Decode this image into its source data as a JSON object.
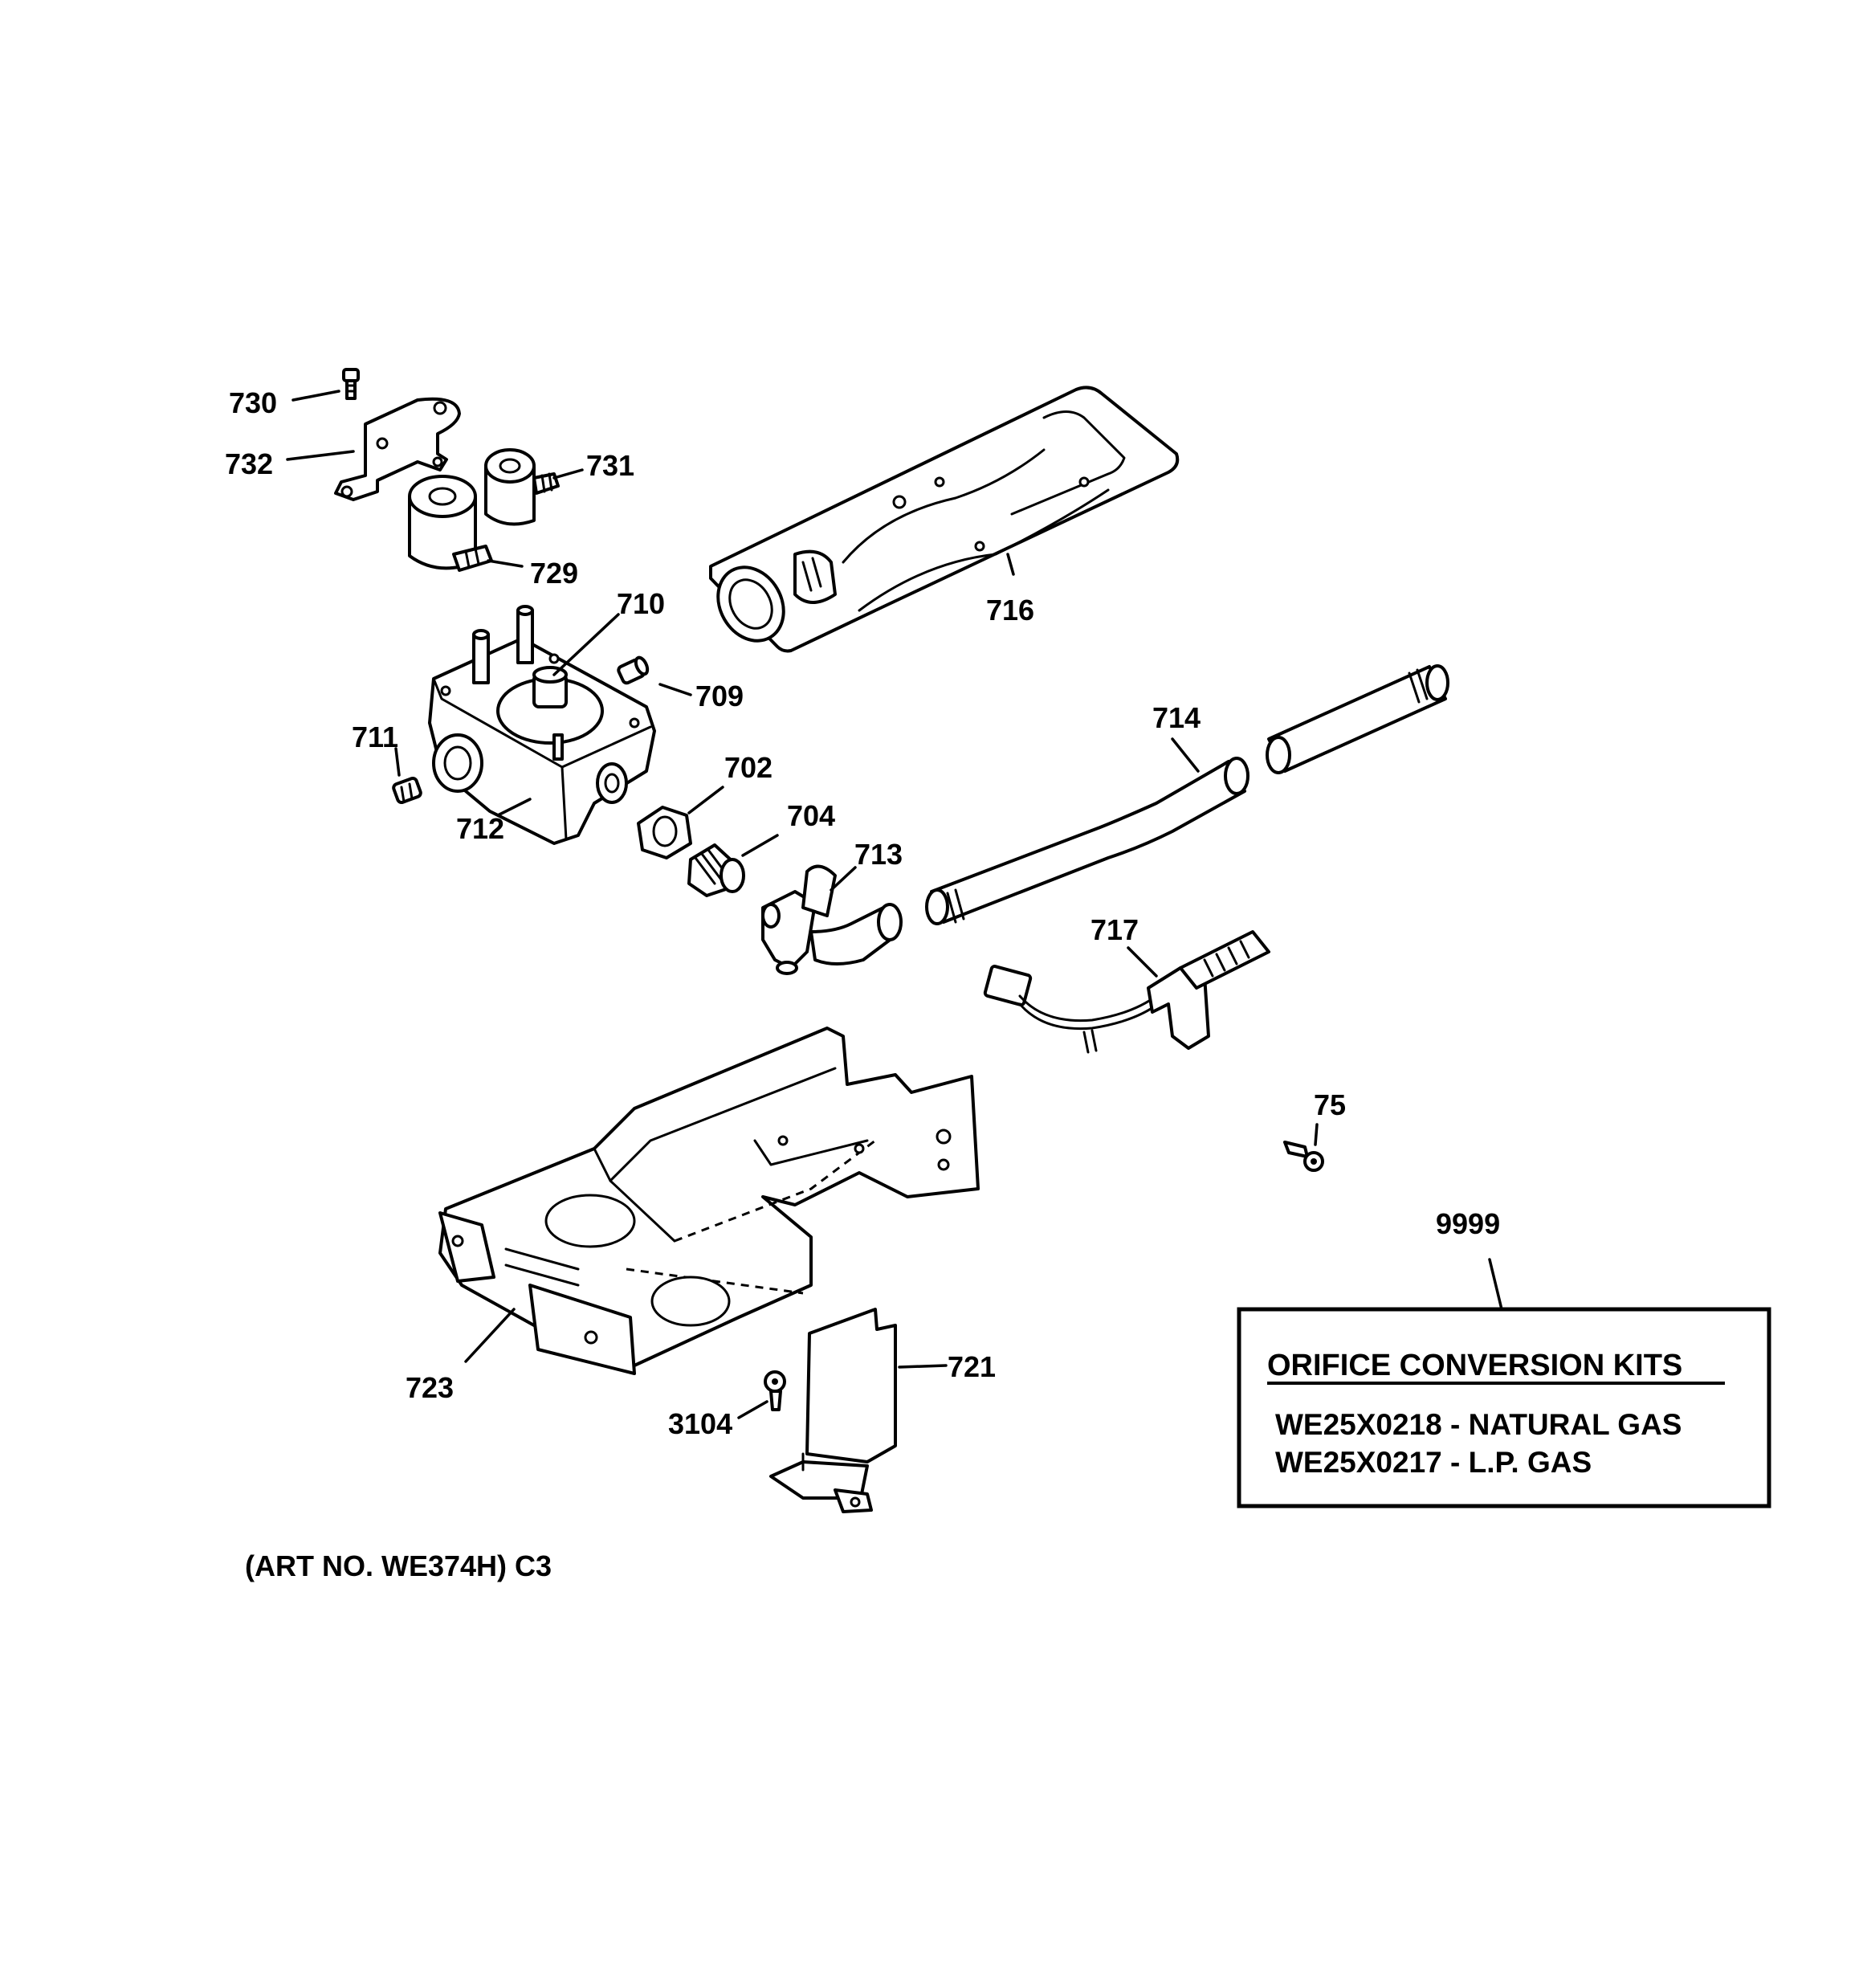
{
  "labels": {
    "p730": "730",
    "p732": "732",
    "p731": "731",
    "p729": "729",
    "p716": "716",
    "p710": "710",
    "p709": "709",
    "p711": "711",
    "p702": "702",
    "p712": "712",
    "p704": "704",
    "p713": "713",
    "p714": "714",
    "p717": "717",
    "p75": "75",
    "p9999": "9999",
    "p723": "723",
    "p721": "721",
    "p3104": "3104"
  },
  "kit_box": {
    "title": "ORIFICE CONVERSION KITS",
    "line1": "WE25X0218 - NATURAL GAS",
    "line2": "WE25X0217 - L.P. GAS"
  },
  "art_number": "(ART NO. WE374H) C3"
}
